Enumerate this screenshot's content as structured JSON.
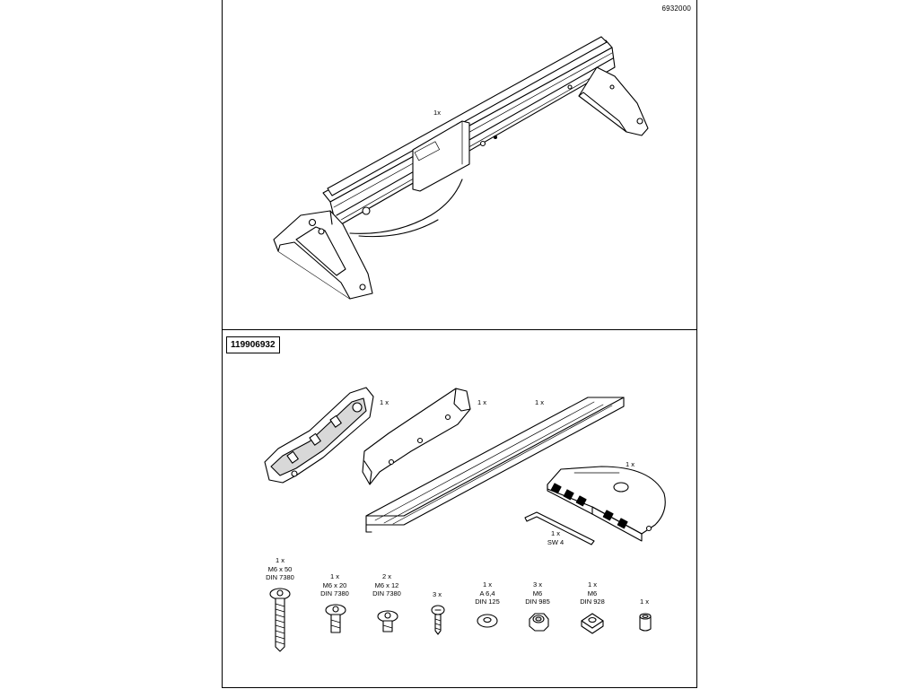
{
  "header": {
    "article_number": "6932000",
    "kit_number": "119906932"
  },
  "assembly": {
    "quantity": "1x"
  },
  "parts": [
    {
      "id": "grip",
      "lines": [
        "1 x"
      ]
    },
    {
      "id": "clamp-pad",
      "lines": [
        "1 x"
      ]
    },
    {
      "id": "rail",
      "lines": [
        "1 x"
      ]
    },
    {
      "id": "end-plate",
      "lines": [
        "1 x"
      ]
    },
    {
      "id": "hex-key",
      "lines": [
        "1 x",
        "SW 4"
      ]
    }
  ],
  "hardware": [
    {
      "id": "bolt-m6x50",
      "lines": [
        "1 x",
        "M6 x 50",
        "DIN 7380"
      ]
    },
    {
      "id": "bolt-m6x20",
      "lines": [
        "1 x",
        "M6 x 20",
        "DIN 7380"
      ]
    },
    {
      "id": "bolt-m6x12",
      "lines": [
        "2 x",
        "M6 x 12",
        "DIN 7380"
      ]
    },
    {
      "id": "screw",
      "lines": [
        "3 x"
      ]
    },
    {
      "id": "washer",
      "lines": [
        "1 x",
        "A 6,4",
        "DIN 125"
      ]
    },
    {
      "id": "nut-din985",
      "lines": [
        "3 x",
        "M6",
        "DIN 985"
      ]
    },
    {
      "id": "square-nut",
      "lines": [
        "1 x",
        "M6",
        "DIN 928"
      ]
    },
    {
      "id": "spacer",
      "lines": [
        "1 x"
      ]
    }
  ]
}
